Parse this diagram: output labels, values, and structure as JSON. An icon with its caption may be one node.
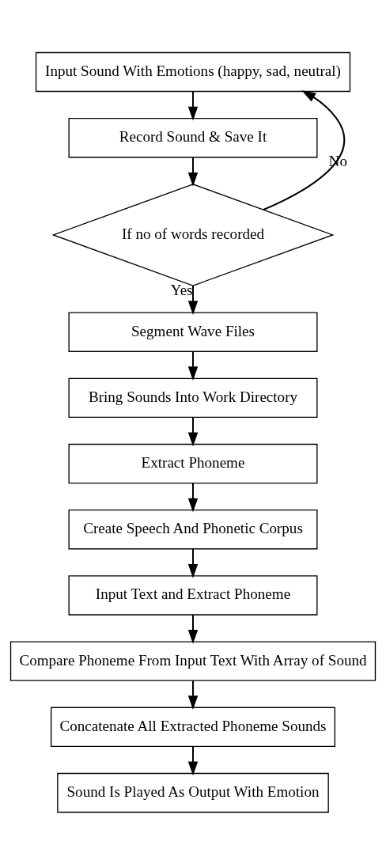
{
  "diagram": {
    "nodes": [
      {
        "text": [
          "Input Sound With Emotions (happy, sad, neutral)"
        ]
      },
      {
        "text": [
          "Record Sound & Save It"
        ]
      },
      {
        "text": [
          "If no of words recorded"
        ]
      },
      {
        "text": [
          "Segment Wave Files"
        ]
      },
      {
        "text": [
          "Bring Sounds Into Work Directory"
        ]
      },
      {
        "text": [
          "Extract Phoneme"
        ]
      },
      {
        "text": [
          "Create Speech And Phonetic Corpus"
        ]
      },
      {
        "text": [
          "Input Text and Extract Phoneme"
        ]
      },
      {
        "text": [
          "Compare Phoneme From Input Text With Array of Sound"
        ]
      },
      {
        "text": [
          "Concatenate All Extracted Phoneme Sounds"
        ]
      },
      {
        "text": [
          "Sound Is Played As Output With Emotion"
        ]
      }
    ],
    "edges": [
      {
        "from": 0,
        "to": 1,
        "arrow": "to"
      },
      {
        "from": 1,
        "to": 2,
        "arrow": "to"
      },
      {
        "from": 2,
        "to": 0,
        "arrow": "to",
        "label": "No"
      },
      {
        "from": 2,
        "to": 3,
        "arrow": "to",
        "label": "Yes"
      },
      {
        "from": 3,
        "to": 4,
        "arrow": "to"
      },
      {
        "from": 4,
        "to": 5,
        "arrow": "to"
      },
      {
        "from": 5,
        "to": 6,
        "arrow": "to"
      },
      {
        "from": 6,
        "to": 7,
        "arrow": "to"
      },
      {
        "from": 7,
        "to": 8,
        "arrow": "to"
      },
      {
        "from": 8,
        "to": 9,
        "arrow": "to"
      },
      {
        "from": 9,
        "to": 10,
        "arrow": "to"
      }
    ]
  }
}
